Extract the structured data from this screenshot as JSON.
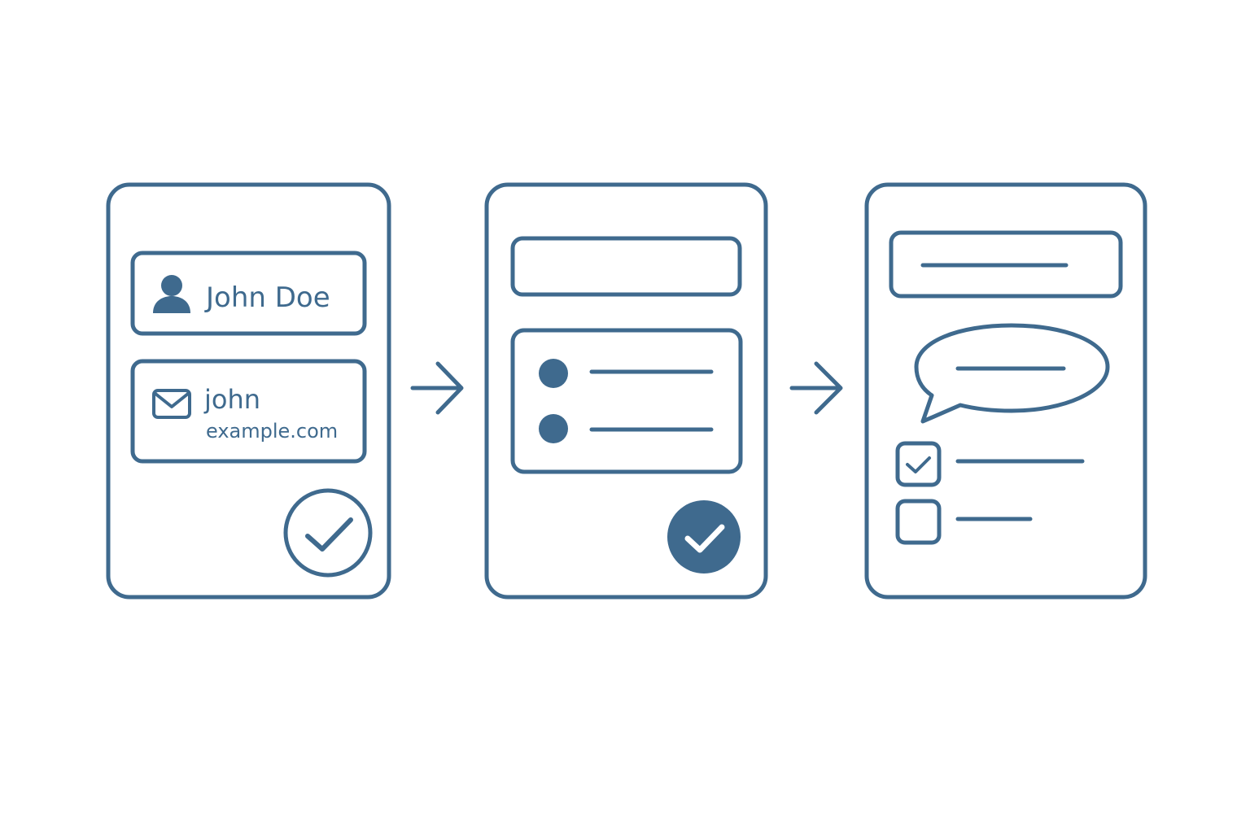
{
  "colors": {
    "stroke": "#3f6a8e",
    "background": "#ffffff"
  },
  "screen1": {
    "profile_field": {
      "icon": "user-icon",
      "name": "John Doe"
    },
    "email_field": {
      "icon": "envelope-icon",
      "user": "john",
      "domain": "example.com"
    },
    "confirm_icon": "check-circle-outline-icon"
  },
  "flow_arrows": [
    "arrow-right-icon",
    "arrow-right-icon"
  ],
  "screen2": {
    "list_items": 2,
    "confirm_icon": "check-circle-filled-icon"
  },
  "screen3": {
    "chat_icon": "speech-bubble-icon",
    "checklist": [
      {
        "checked": true
      },
      {
        "checked": false
      }
    ]
  }
}
